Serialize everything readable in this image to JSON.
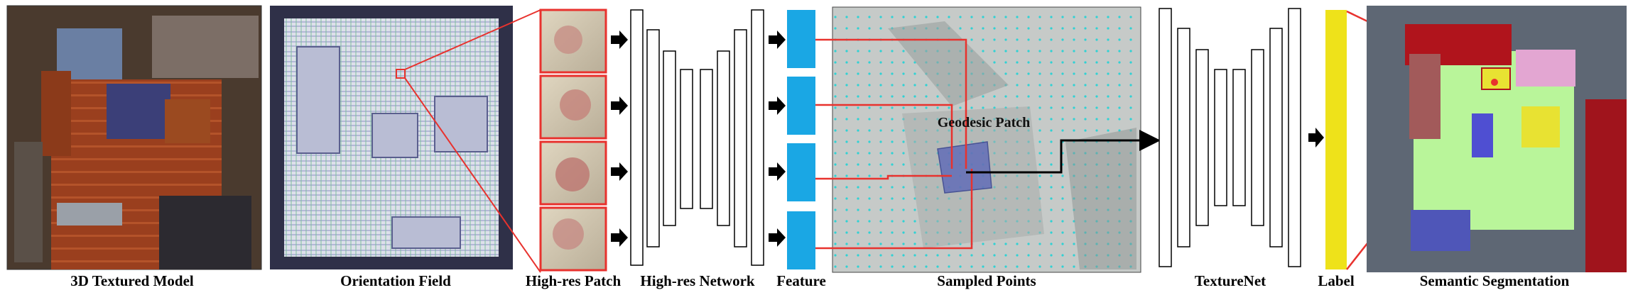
{
  "captions": {
    "textured_model": "3D Textured Model",
    "orientation_field": "Orientation Field",
    "highres_patch": "High-res Patch",
    "highres_network": "High-res Network",
    "feature": "Feature",
    "sampled_points": "Sampled Points",
    "texturenet": "TextureNet",
    "label": "Label",
    "semantic_segmentation": "Semantic Segmentation"
  },
  "annotations": {
    "geodesic_patch": "Geodesic Patch"
  },
  "colors": {
    "feature_block": "#1aa7e4",
    "label_bar": "#eee21a",
    "connector_red": "#e8322e",
    "arrow_black": "#000000"
  },
  "icons": [
    "arrow-right-icon"
  ]
}
